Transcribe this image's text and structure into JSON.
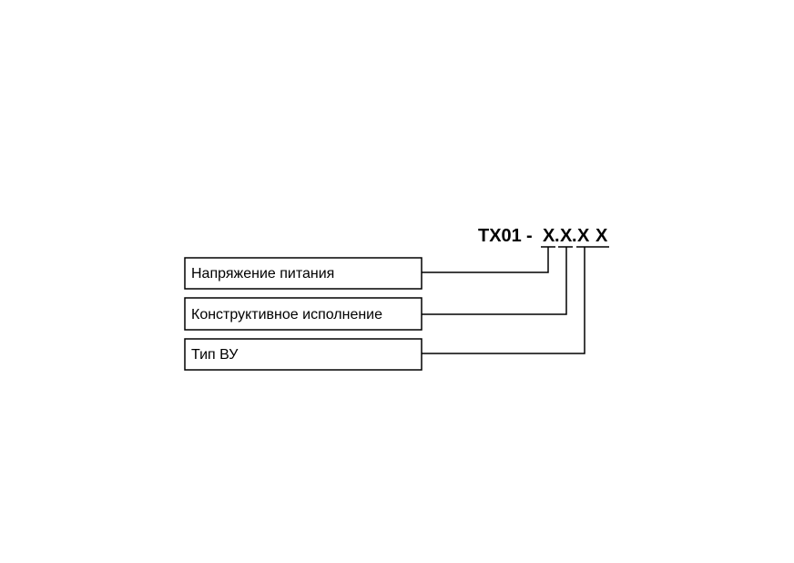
{
  "code": {
    "prefix": "ТХ01",
    "dash": "-",
    "fields": [
      "Х",
      ".",
      "Х",
      ".",
      "Х",
      "Х"
    ]
  },
  "boxes": [
    {
      "label": "Напряжение питания"
    },
    {
      "label": "Конструктивное исполнение"
    },
    {
      "label": "Тип ВУ"
    }
  ],
  "colors": {
    "line": "#000000",
    "background": "#ffffff"
  }
}
